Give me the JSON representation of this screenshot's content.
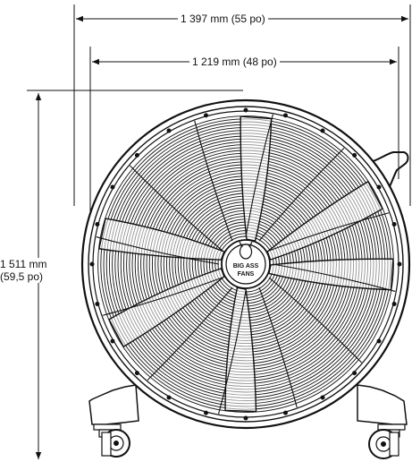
{
  "dimensions": {
    "overall_width": "1 397 mm (55 po)",
    "frame_width": "1 219 mm (48 po)",
    "height_mm": "1 511 mm",
    "height_in": "(59,5 po)"
  },
  "logo": {
    "line1": "BIG ASS",
    "line2": "FANS"
  },
  "colors": {
    "line": "#111111",
    "background": "#ffffff"
  }
}
